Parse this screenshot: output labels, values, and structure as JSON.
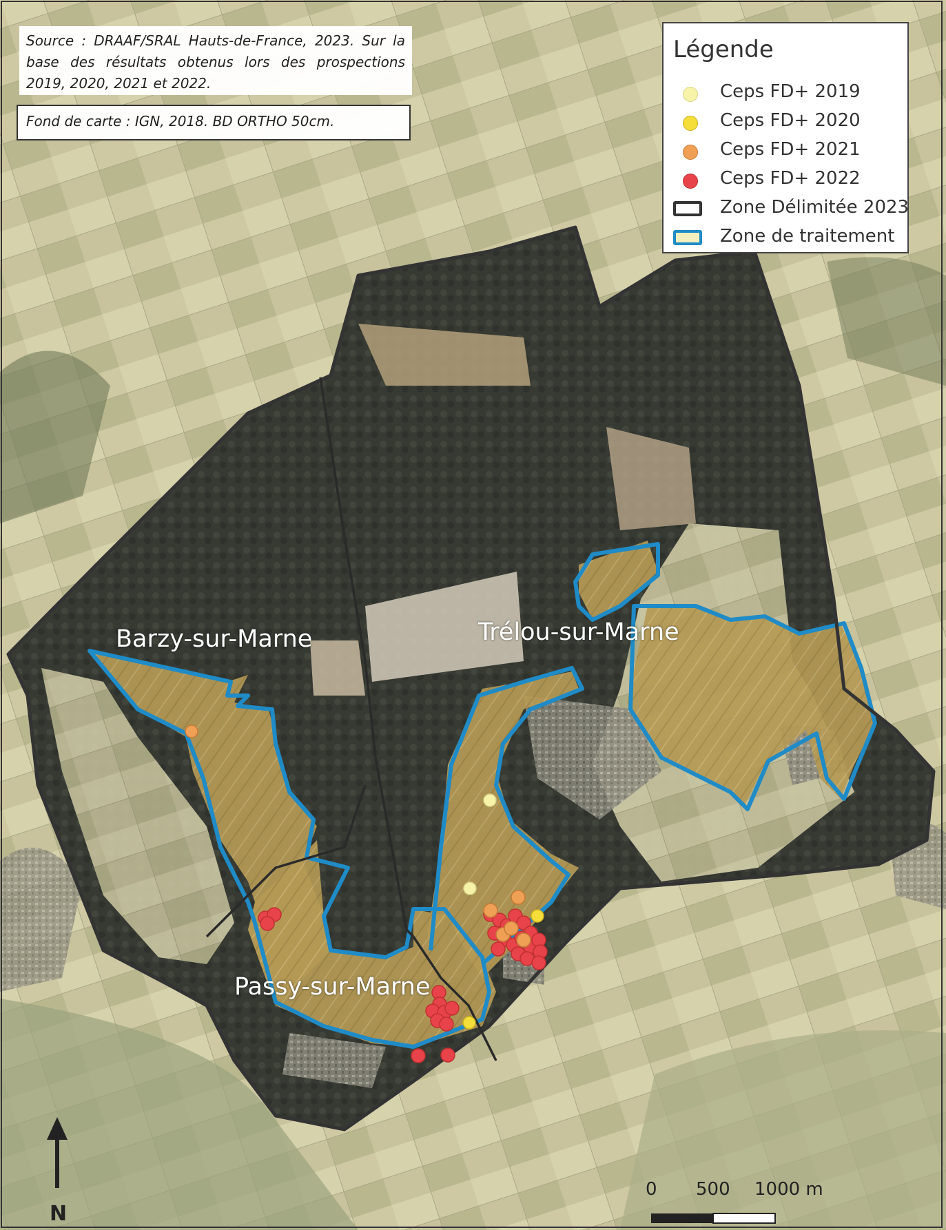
{
  "source_note": "Source : DRAAF/SRAL Hauts-de-France, 2023. Sur la base des résultats obtenus lors des prospections 2019, 2020, 2021 et 2022.",
  "basemap_note": "Fond de carte : IGN, 2018. BD ORTHO 50cm.",
  "legend": {
    "title": "Légende",
    "items": [
      {
        "label": "Ceps FD+ 2019",
        "color": "#f7f3a8",
        "symbol": "point"
      },
      {
        "label": "Ceps FD+ 2020",
        "color": "#f5dd3a",
        "symbol": "point"
      },
      {
        "label": "Ceps FD+ 2021",
        "color": "#f0a055",
        "symbol": "point"
      },
      {
        "label": "Ceps FD+ 2022",
        "color": "#e8434b",
        "symbol": "point"
      },
      {
        "label": "Zone Délimitée 2023",
        "color": "#333333",
        "symbol": "polygon-outline"
      },
      {
        "label": "Zone de traitement",
        "color": "#1f8bc7",
        "symbol": "polygon-outline"
      }
    ]
  },
  "places": {
    "barzy": "Barzy-sur-Marne",
    "trelou": "Trélou-sur-Marne",
    "passy": "Passy-sur-Marne"
  },
  "north_label": "N",
  "scale": {
    "labels": [
      "0",
      "500",
      "1000 m"
    ],
    "unit": "m"
  },
  "colors": {
    "forest": "#3a3d36",
    "vineyard": "#b59a55",
    "farmland": "#c9c4a0",
    "treatment_outline": "#1f8bc7",
    "delimited_outline": "#333333"
  }
}
